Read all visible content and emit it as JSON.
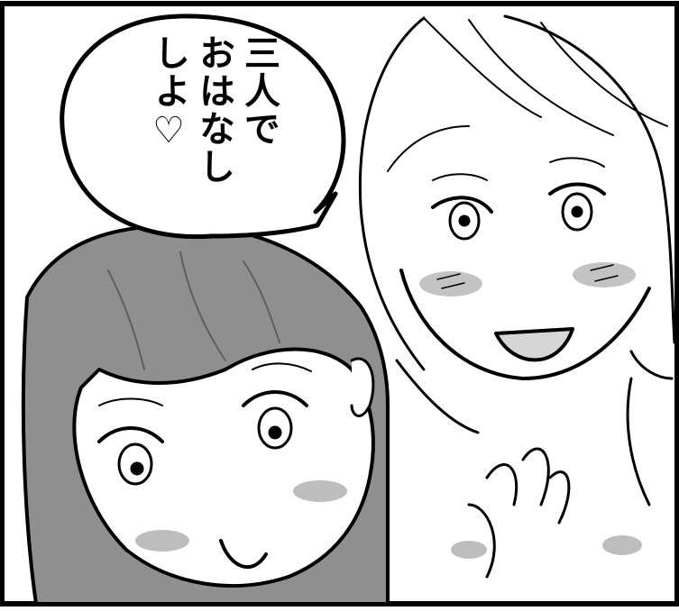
{
  "speech_bubble": {
    "lines": [
      "三人で",
      "おはなし",
      "しよ♡"
    ]
  },
  "colors": {
    "ink": "#000000",
    "hair_gray": "#8f8f8f",
    "blush_gray": "#b8b8b8",
    "paper": "#ffffff"
  }
}
